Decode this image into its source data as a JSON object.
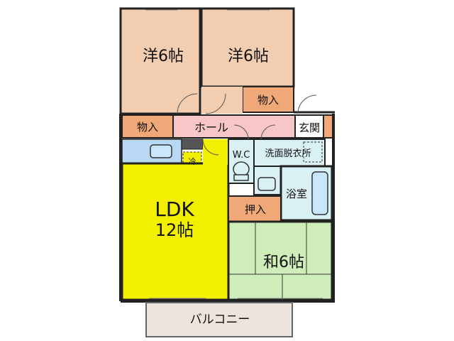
{
  "rooms": {
    "western_room_left": {
      "name": "洋6帖"
    },
    "western_room_right": {
      "name": "洋6帖"
    },
    "closet_upper": {
      "name": "物入"
    },
    "closet_left": {
      "name": "物入"
    },
    "hall": {
      "name": "ホール"
    },
    "entrance": {
      "name": "玄関"
    },
    "toilet": {
      "name": "W.C"
    },
    "washroom": {
      "name": "洗面脱衣所"
    },
    "bathroom": {
      "name": "浴室"
    },
    "ldk": {
      "name_line1": "LDK",
      "name_line2": "12帖"
    },
    "oshiire": {
      "name": "押入"
    },
    "japanese_room": {
      "name": "和6帖"
    },
    "balcony": {
      "name": "バルコニー"
    },
    "fridge_mark": {
      "name": "冷"
    }
  },
  "colors": {
    "western": "#f2cdb0",
    "closet": "#f0a878",
    "hall": "#f7c6c6",
    "ldk": "#f2f000",
    "kitchen": "#b8d8f4",
    "wet": "#d9f0f5",
    "tatami": "#cfedb8",
    "balcony": "#ede4dd",
    "wall": "#222222"
  }
}
